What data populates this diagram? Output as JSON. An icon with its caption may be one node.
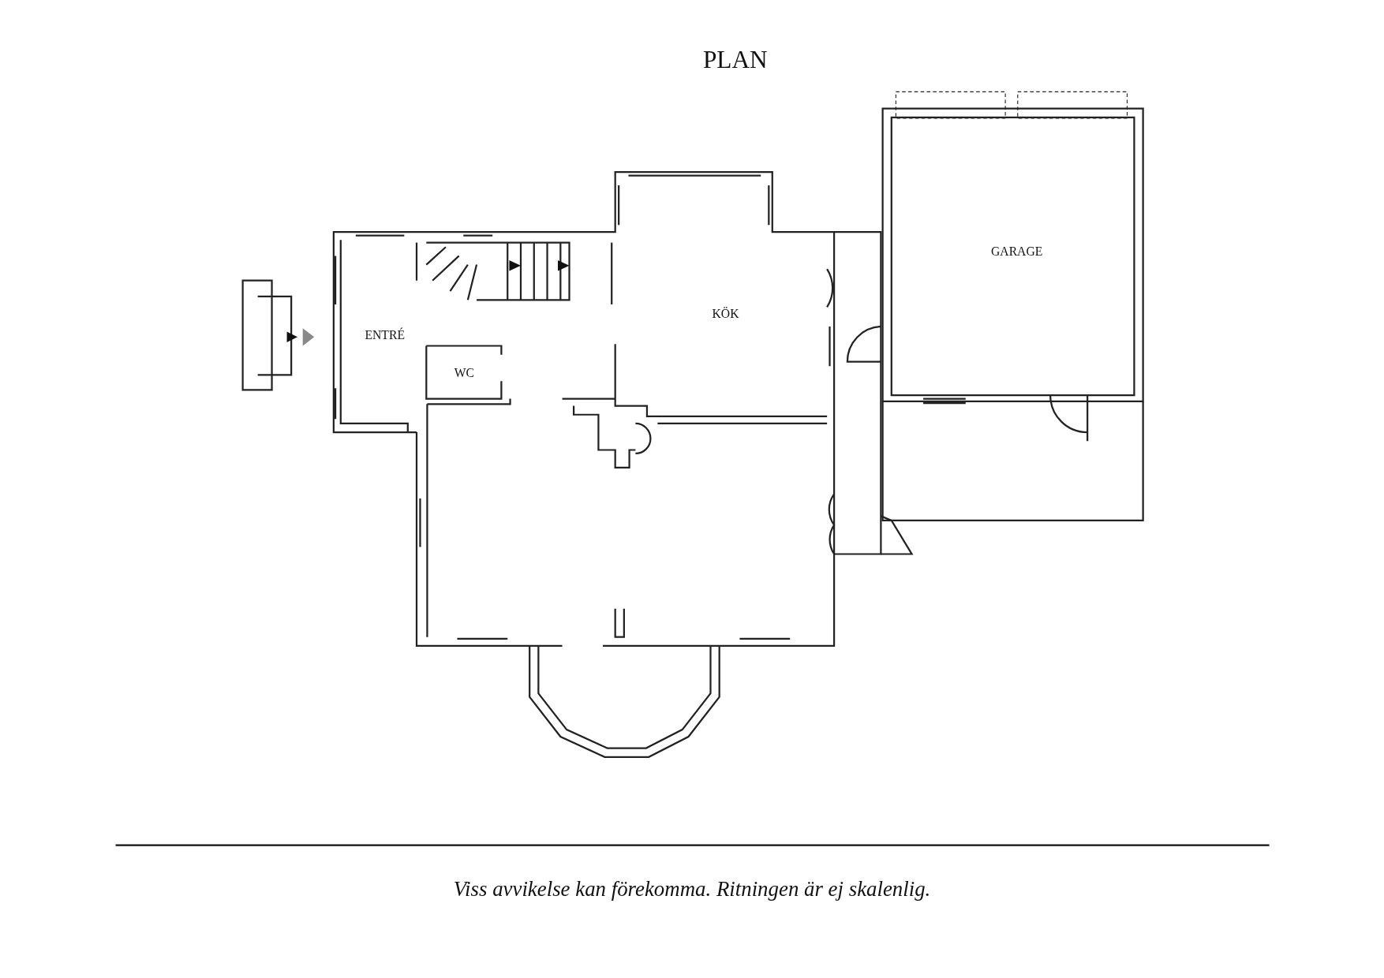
{
  "diagram": {
    "title": "PLAN",
    "caption": "Viss avvikelse kan förekomma. Ritningen är ej skalenlig.",
    "labels": [
      "GARAGE",
      "KÖK",
      "ENTRÉ",
      "WC"
    ]
  }
}
